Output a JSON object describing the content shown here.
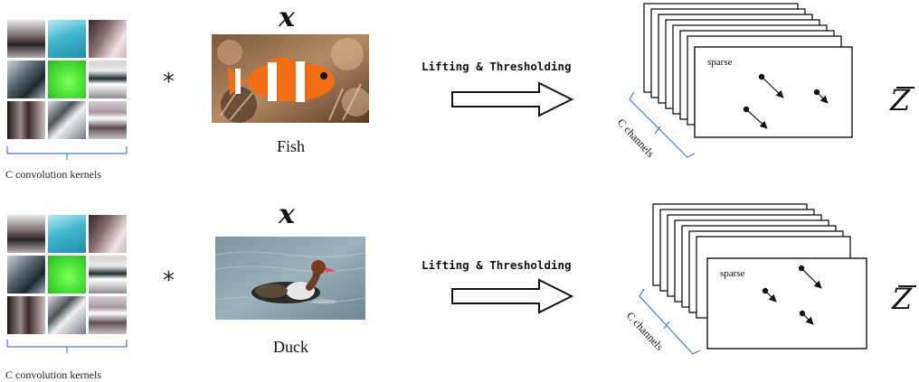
{
  "rows": [
    {
      "kernels_label": "C convolution kernels",
      "operator": "*",
      "input_symbol": "x",
      "image_label": "Fish",
      "operation_label": "Lifting & Thresholding",
      "feature_text": "sparse",
      "channels_label": "C channels",
      "output_symbol": "Z"
    },
    {
      "kernels_label": "C convolution kernels",
      "operator": "*",
      "input_symbol": "x",
      "image_label": "Duck",
      "operation_label": "Lifting & Thresholding",
      "feature_text": "sparse",
      "channels_label": "C channels",
      "output_symbol": "Z"
    }
  ],
  "kernel_colors": [
    [
      "#2a2424",
      "#3fb7cf",
      "#6b5a5a"
    ],
    [
      "#2f4a55",
      "#5ce24a",
      "#1f2a2f"
    ],
    [
      "#3b2a2a",
      "#8a7f88",
      "#4a4040"
    ]
  ],
  "colors": {
    "bracket": "#4a7fbf",
    "arrow": "#111111",
    "grass": "#4de43a"
  }
}
